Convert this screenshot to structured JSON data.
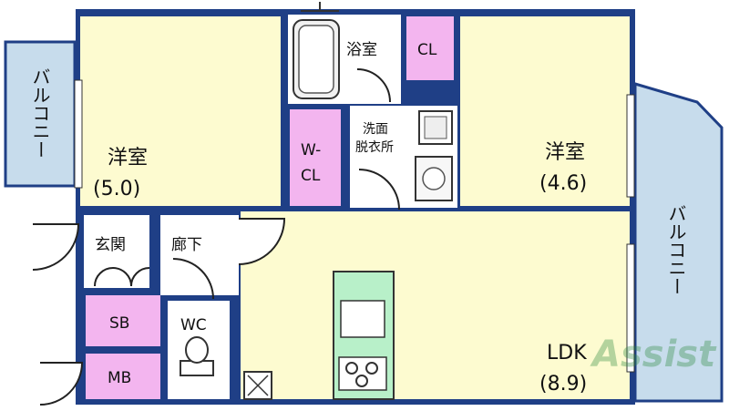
{
  "rooms": {
    "west_bedroom": {
      "name": "洋室",
      "size": "(5.0)"
    },
    "east_bedroom": {
      "name": "洋室",
      "size": "(4.6)"
    },
    "ldk": {
      "name": "LDK",
      "size": "(8.9)"
    },
    "bathroom": "浴室",
    "closet": "CL",
    "walk_in_closet_line1": "W-",
    "walk_in_closet_line2": "CL",
    "washroom_line1": "洗面",
    "washroom_line2": "脱衣所",
    "entrance": "玄関",
    "hallway": "廊下",
    "toilet": "WC",
    "shoe_box": "SB",
    "meter_box": "MB",
    "balcony_west": "バルコニー",
    "balcony_east": "バルコニー"
  },
  "watermark": "Assist",
  "colors": {
    "wall": "#1f3f86",
    "room_fill": "#fdfbd0",
    "storage_fill": "#f3b5ef",
    "balcony_fill": "#c7dcec",
    "corridor_fill": "#ffffff"
  }
}
